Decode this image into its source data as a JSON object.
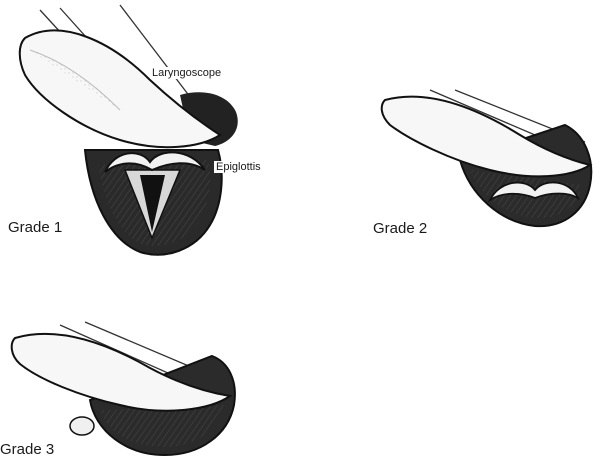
{
  "diagram": {
    "panels": [
      {
        "grade_label": "Grade 1",
        "annotations": [
          "Laryngoscope",
          "Epiglottis"
        ]
      },
      {
        "grade_label": "Grade 2"
      },
      {
        "grade_label": "Grade 3"
      }
    ]
  },
  "colors": {
    "ink": "#1a1a1a",
    "shade": "#2a2a2a",
    "paper": "#ffffff"
  }
}
